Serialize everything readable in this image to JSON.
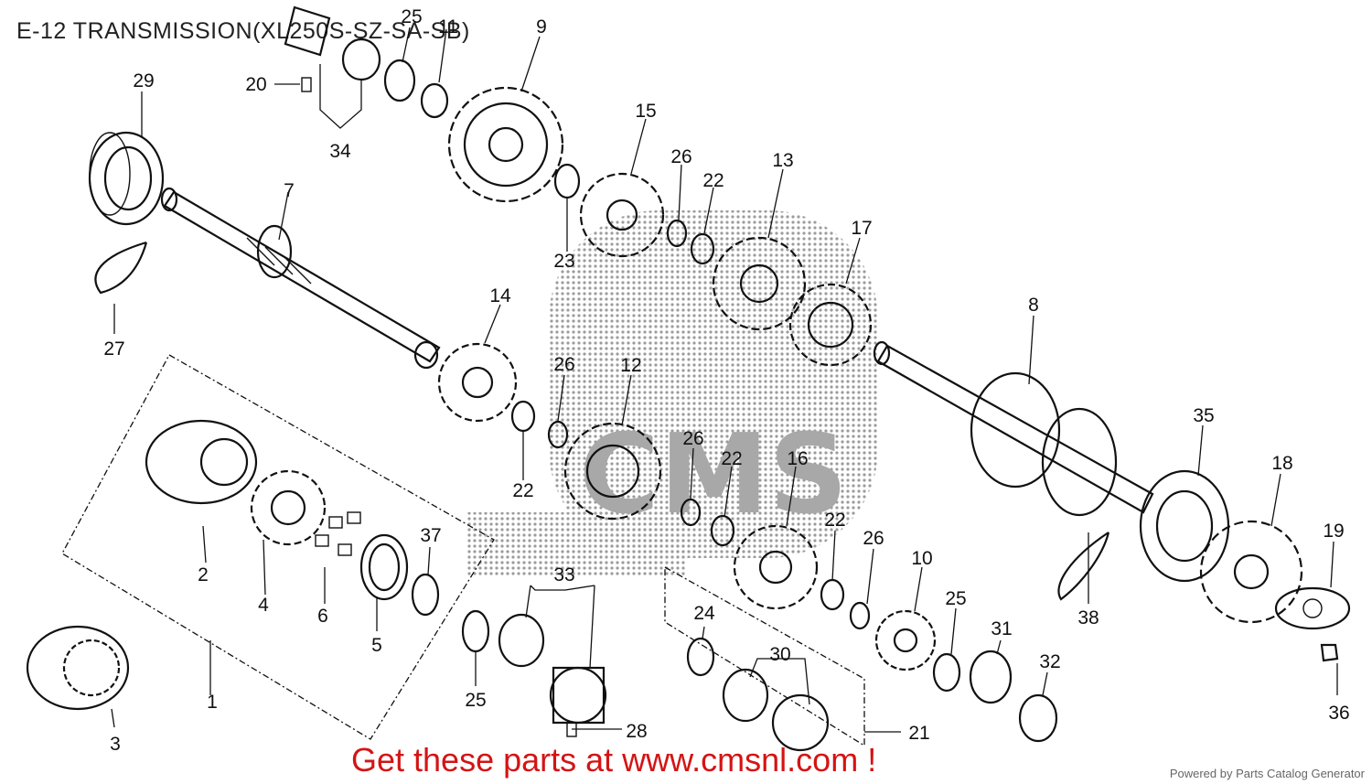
{
  "diagram": {
    "title": "E-12 TRANSMISSION(XL250S-SZ-SA-SB)",
    "watermark": "CMS",
    "call_to_action": "Get these parts at www.cmsnl.com !",
    "powered_by": "Powered by Parts Catalog Generator",
    "colors": {
      "ink": "#111111",
      "cta": "#d41414",
      "watermark": "#9a9a9a"
    },
    "part_labels": [
      "1",
      "2",
      "3",
      "4",
      "5",
      "6",
      "7",
      "8",
      "9",
      "10",
      "11",
      "12",
      "13",
      "14",
      "15",
      "16",
      "17",
      "18",
      "19",
      "20",
      "21",
      "22",
      "22",
      "22",
      "22",
      "23",
      "24",
      "25",
      "25",
      "25",
      "26",
      "26",
      "26",
      "26",
      "27",
      "28",
      "29",
      "30",
      "31",
      "32",
      "33",
      "34",
      "35",
      "36",
      "37",
      "38"
    ]
  }
}
